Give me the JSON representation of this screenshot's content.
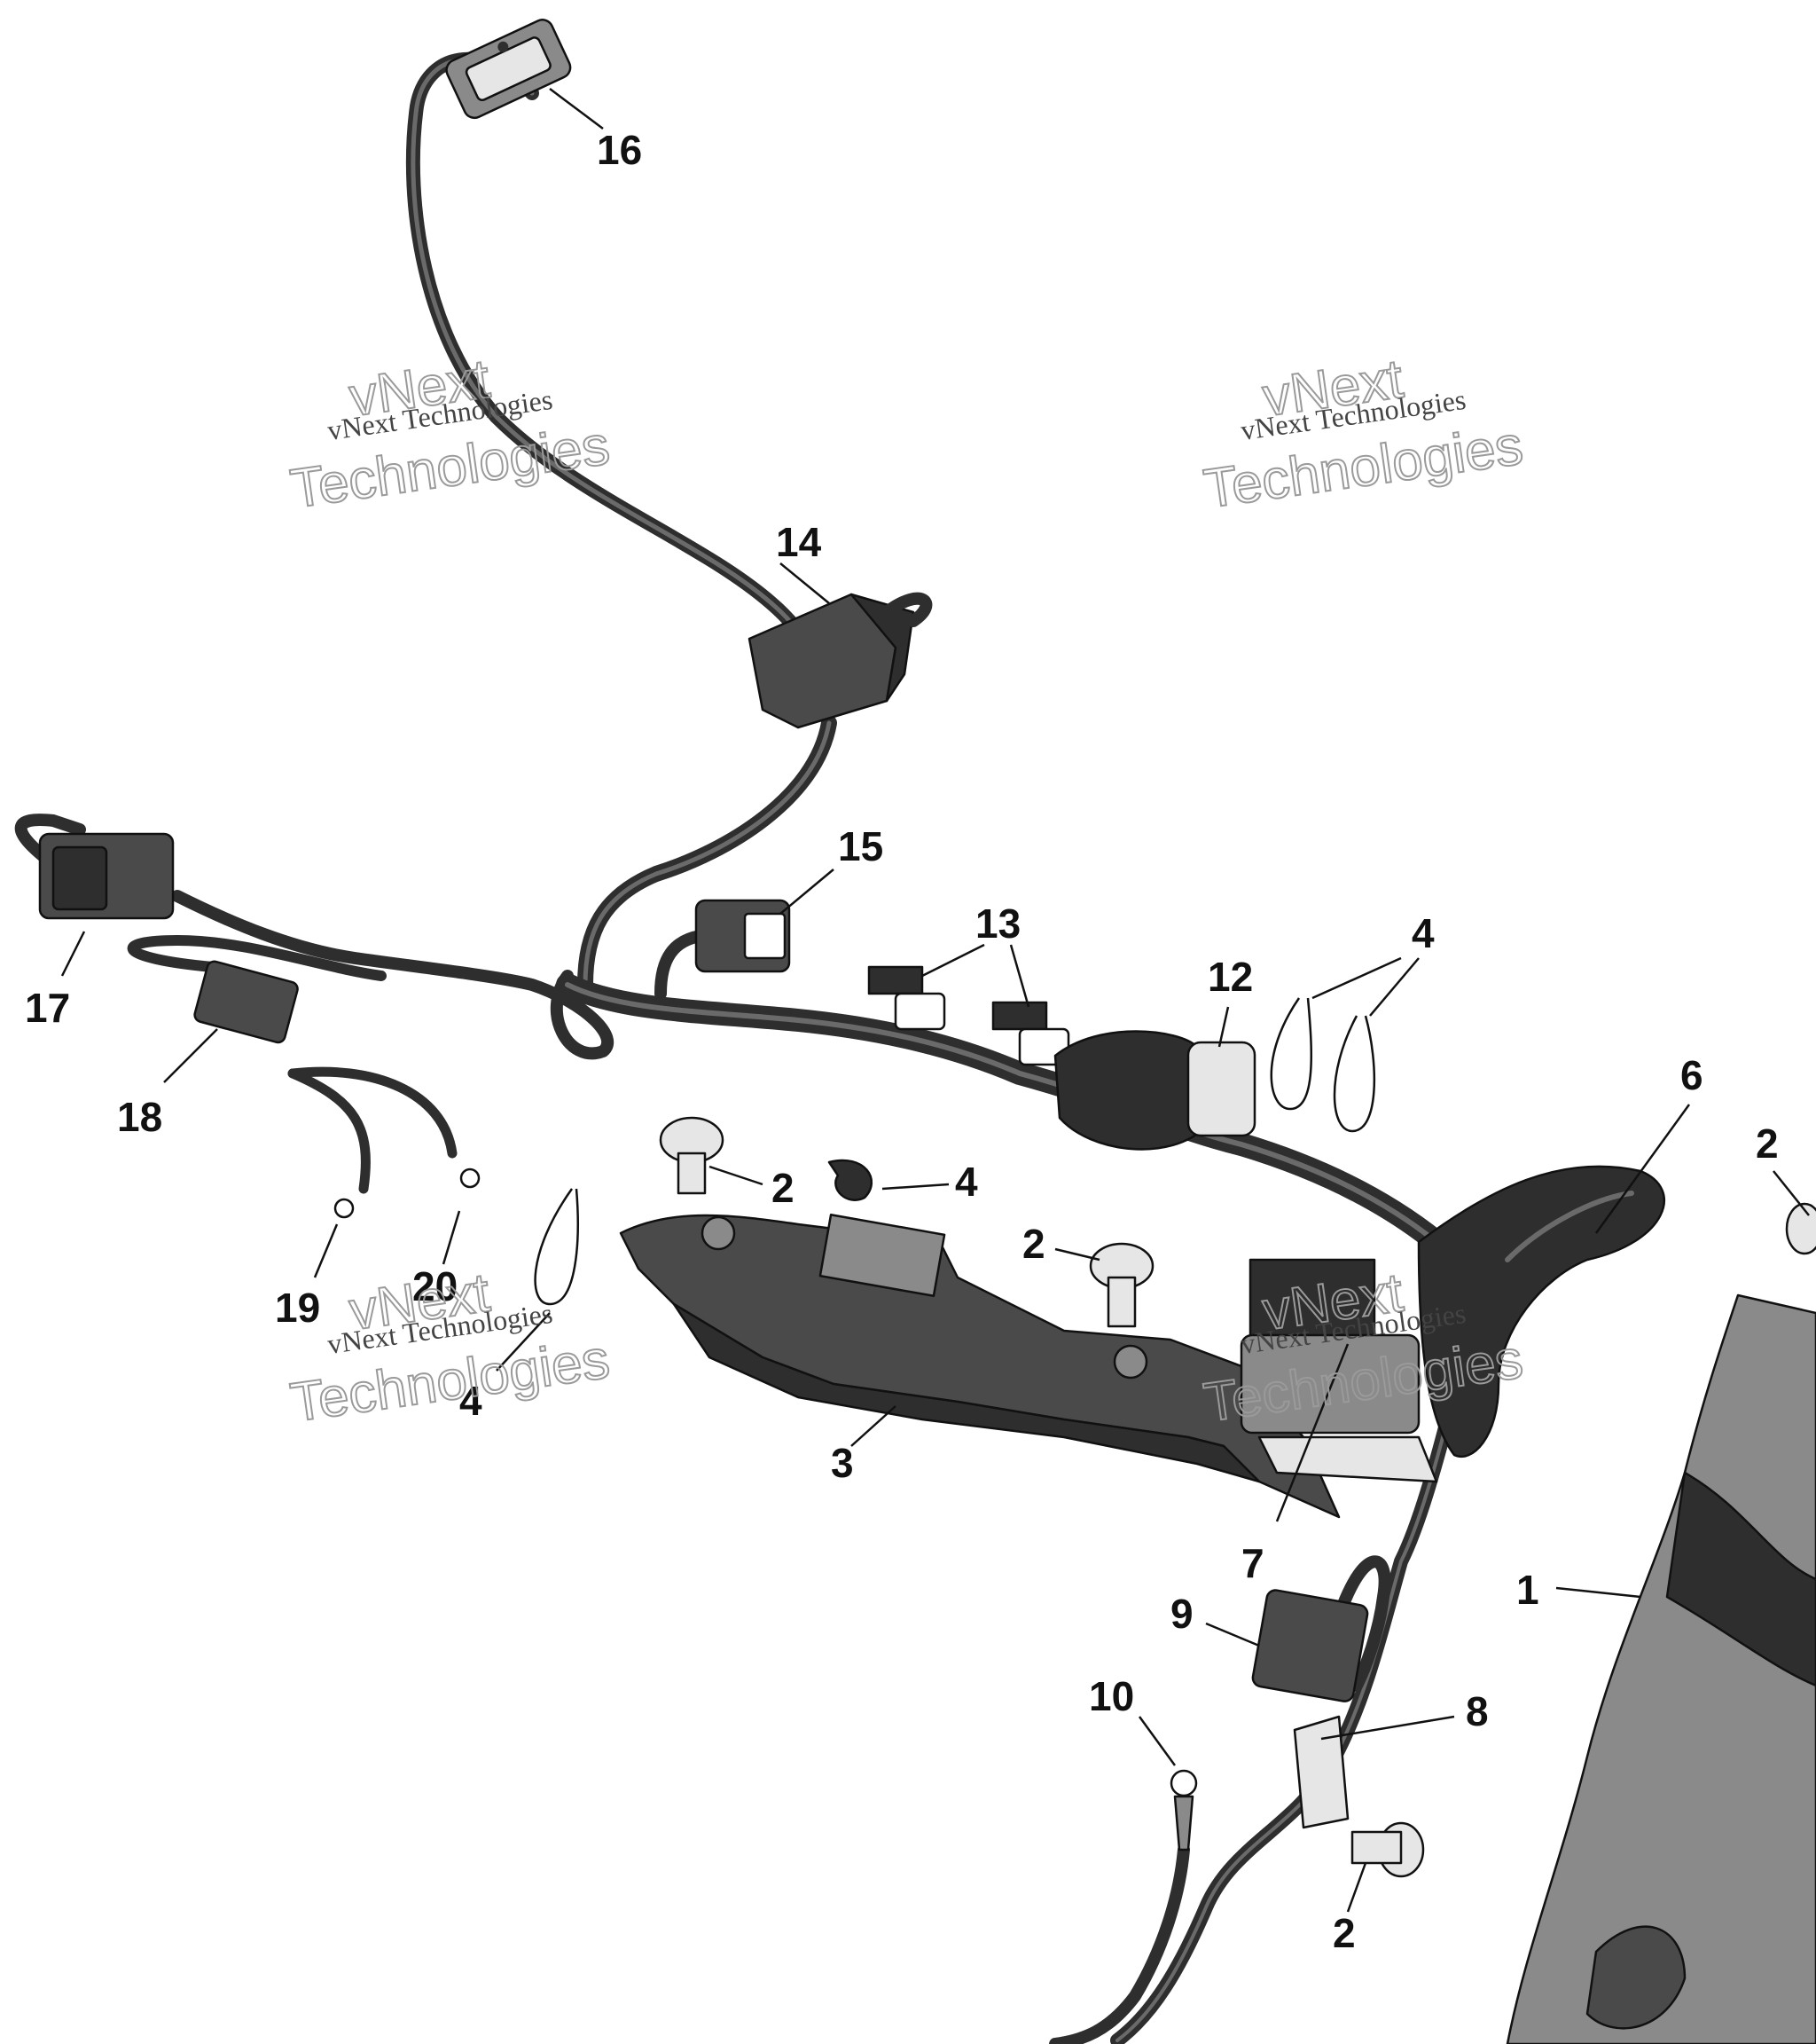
{
  "callouts": [
    {
      "id": "16",
      "label": "16"
    },
    {
      "id": "14",
      "label": "14"
    },
    {
      "id": "15",
      "label": "15"
    },
    {
      "id": "13",
      "label": "13"
    },
    {
      "id": "12",
      "label": "12"
    },
    {
      "id": "4a",
      "label": "4"
    },
    {
      "id": "6",
      "label": "6"
    },
    {
      "id": "2a",
      "label": "2"
    },
    {
      "id": "17",
      "label": "17"
    },
    {
      "id": "18",
      "label": "18"
    },
    {
      "id": "2b",
      "label": "2"
    },
    {
      "id": "4b",
      "label": "4"
    },
    {
      "id": "2c",
      "label": "2"
    },
    {
      "id": "20",
      "label": "20"
    },
    {
      "id": "19",
      "label": "19"
    },
    {
      "id": "4c",
      "label": "4"
    },
    {
      "id": "3",
      "label": "3"
    },
    {
      "id": "7",
      "label": "7"
    },
    {
      "id": "1",
      "label": "1"
    },
    {
      "id": "9",
      "label": "9"
    },
    {
      "id": "10",
      "label": "10"
    },
    {
      "id": "8",
      "label": "8"
    },
    {
      "id": "2d",
      "label": "2"
    }
  ],
  "watermarks": [
    {
      "line1": "vNext Technologies",
      "line2": "vNext",
      "line3": "Technologies"
    },
    {
      "line1": "vNext Technologies",
      "line2": "vNext",
      "line3": "Technologies"
    },
    {
      "line1": "vNext Technologies",
      "line2": "vNext",
      "line3": "Technologies"
    },
    {
      "line1": "vNext Technologies",
      "line2": "vNext",
      "line3": "Technologies"
    }
  ],
  "colors": {
    "part_fill": "#4a4a4a",
    "part_dark": "#2e2e2e",
    "part_light": "#8a8a8a",
    "connector_white": "#e6e6e6"
  }
}
